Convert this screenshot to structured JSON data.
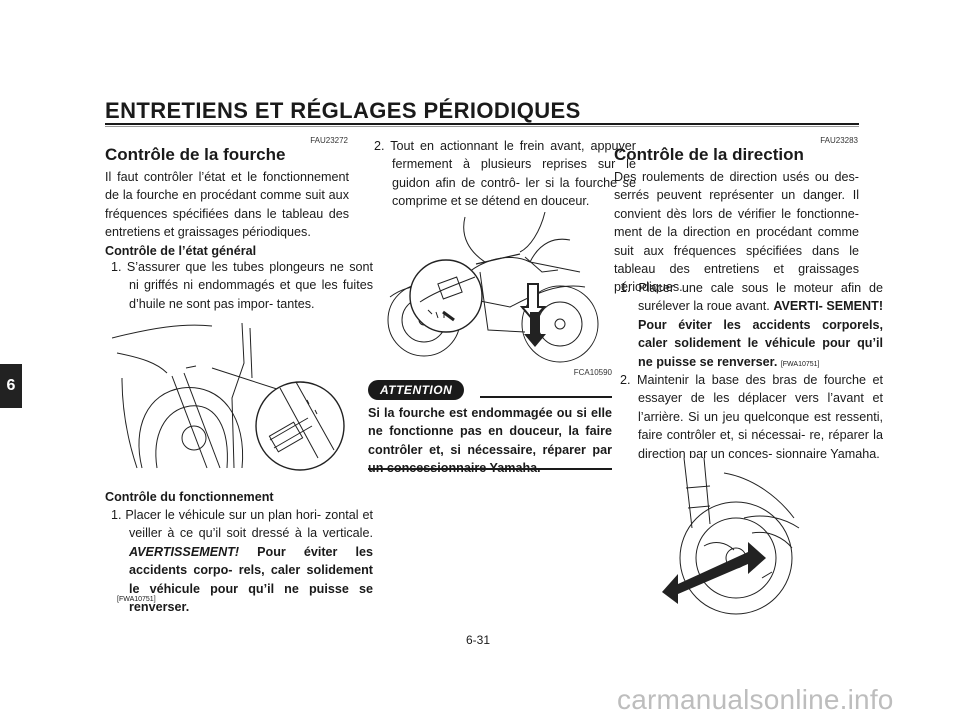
{
  "header": {
    "title": "ENTRETIENS ET RÉGLAGES PÉRIODIQUES"
  },
  "chapter_tab": "6",
  "left_column": {
    "code": "FAU23272",
    "title": "Contrôle de la fourche",
    "intro": "Il faut contrôler l’état et le fonctionnement de la fourche en procédant comme suit aux fréquences spécifiées dans le tableau des entretiens et graissages périodiques.",
    "sub1": "Contrôle de l’état général",
    "sub1_item1": "1. S’assurer que les tubes plongeurs ne sont ni griffés ni endommagés et que les fuites d’huile ne sont pas impor- tantes.",
    "sub2": "Contrôle du fonctionnement",
    "sub2_item1_text": "1. Placer le véhicule sur un plan hori- zontal et veiller à ce qu’il soit dressé à la verticale.",
    "sub2_item1_warn_label": "AVERTISSEMENT!",
    "sub2_item1_warn_text": "Pour éviter les accidents corpo- rels, caler solidement le véhicule pour qu’il ne puisse se renverser.",
    "sub2_item1_code": "[FWA10751]"
  },
  "middle_column": {
    "item2": "2. Tout en actionnant le frein avant, appuyer fermement à plusieurs reprises sur le guidon afin de contrô- ler si la fourche se comprime et se détend en douceur.",
    "figure_code": "FCA10590",
    "attention_label": "ATTENTION",
    "attention_text": "Si la fourche est endommagée ou si elle ne fonctionne pas en douceur, la faire contrôler et, si nécessaire, réparer par un concessionnaire Yamaha."
  },
  "right_column": {
    "code": "FAU23283",
    "title": "Contrôle de la direction",
    "intro": "Des roulements de direction usés ou des- serrés peuvent représenter un danger. Il convient dès lors de vérifier le fonctionne- ment de la direction en procédant comme suit aux fréquences spécifiées dans le tableau des entretiens et graissages périodiques.",
    "item1_text": "1. Placer une cale sous le moteur afin de surélever la roue avant.",
    "item1_warn_label": "AVERTI- SEMENT!",
    "item1_warn_text": "Pour éviter les accidents corporels, caler solidement le véhicule pour qu’il ne puisse se renverser.",
    "item1_code": "[FWA10751]",
    "item2": "2. Maintenir la base des bras de fourche et essayer de les déplacer vers l’avant et l’arrière. Si un jeu quelconque est ressenti, faire contrôler et, si nécessai- re, réparer la direction par un conces- sionnaire Yamaha."
  },
  "page_number": "6-31",
  "watermark": "carmanualsonline.info"
}
